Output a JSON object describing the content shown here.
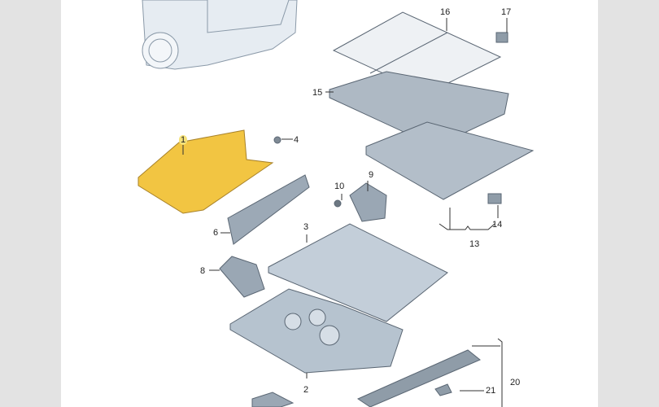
{
  "diagram": {
    "highlighted_part": "1",
    "highlight_color": "#f2c542",
    "part_color": "#b8c6d3",
    "labels": {
      "p1": "1",
      "p2": "2",
      "p3": "3",
      "p4": "4",
      "p6": "6",
      "p8": "8",
      "p9": "9",
      "p10": "10",
      "p13": "13",
      "p14": "14",
      "p15": "15",
      "p16": "16",
      "p17": "17",
      "p20": "20",
      "p21": "21"
    }
  }
}
